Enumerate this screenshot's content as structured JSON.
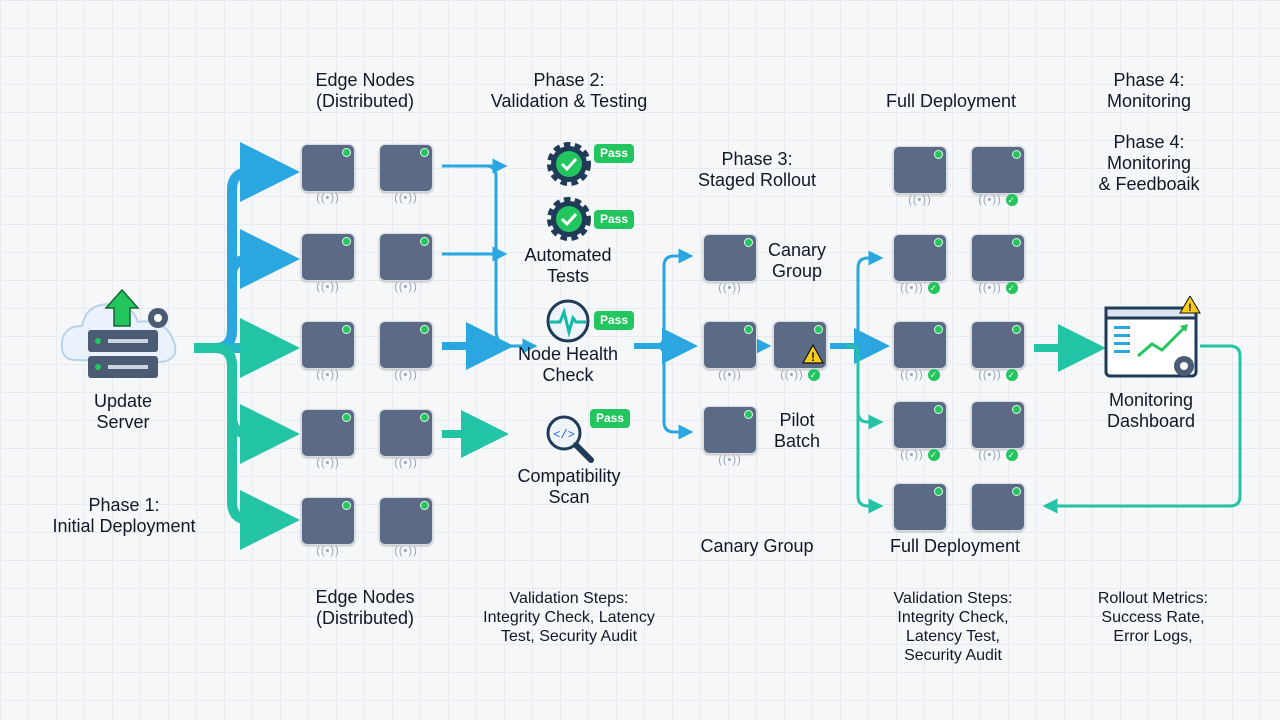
{
  "headers": {
    "edge_top": [
      "Edge Nodes",
      "(Distributed)"
    ],
    "phase2": [
      "Phase 2:",
      "Validation & Testing"
    ],
    "full_top": [
      "Full Deployment"
    ],
    "phase4a": [
      "Phase 4:",
      "Monitoring"
    ],
    "phase4b": [
      "Phase 4:",
      "Monitoring",
      "& Feedboaik"
    ],
    "phase3": [
      "Phase 3:",
      "Staged Rollout"
    ]
  },
  "labels": {
    "update_server": [
      "Update",
      "Server"
    ],
    "phase1": [
      "Phase 1:",
      "Initial Deployment"
    ],
    "automated_tests": [
      "Automated",
      "Tests"
    ],
    "node_health": [
      "Node Health",
      "Check"
    ],
    "compat_scan": [
      "Compatibility",
      "Scan"
    ],
    "canary_side": [
      "Canary",
      "Group"
    ],
    "pilot_batch": [
      "Pilot",
      "Batch"
    ],
    "canary_bottom": [
      "Canary Group"
    ],
    "full_bottom": [
      "Full Deployment"
    ],
    "monitoring_dashboard": [
      "Monitoring",
      "Dashboard"
    ]
  },
  "footer": {
    "edge_bottom": [
      "Edge Nodes",
      "(Distributed)"
    ],
    "validation_steps_1": [
      "Validation Steps:",
      "Integrity Check, Latency",
      "Test, Security Audit"
    ],
    "validation_steps_2": [
      "Validation Steps:",
      "Integrity Check,",
      "Latency Test,",
      "Security Audit"
    ],
    "rollout_metrics": [
      "Rollout Metrics:",
      "Success Rate,",
      "Error Logs,"
    ]
  },
  "badges": {
    "pass": "Pass"
  },
  "icons": {
    "server": "cloud-server-icon",
    "gear": "gear-check-icon",
    "pulse": "heartbeat-icon",
    "scan": "code-magnifier-icon",
    "warning": "warning-icon",
    "dashboard": "dashboard-chart-icon"
  },
  "colors": {
    "flow_blue": "#2aa7e0",
    "flow_teal": "#23c4a6",
    "chip": "#5b6b86",
    "pass_green": "#22c55e",
    "warning": "#facc15"
  }
}
